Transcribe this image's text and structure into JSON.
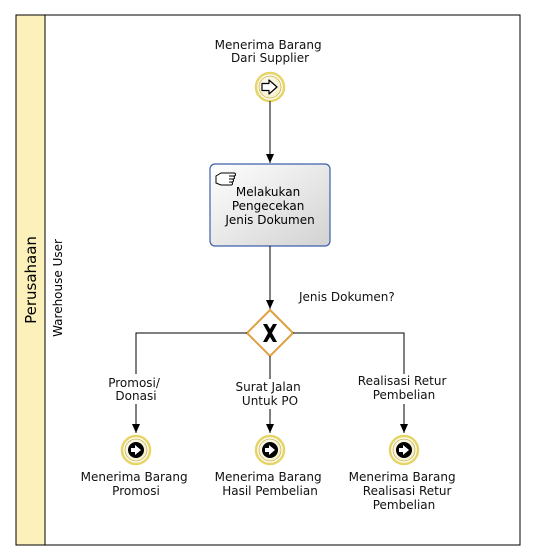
{
  "pool": {
    "title": "Perusahaan"
  },
  "lane": {
    "title": "Warehouse User"
  },
  "start_event": {
    "label": [
      "Menerima Barang",
      "Dari Supplier"
    ]
  },
  "task": {
    "label": [
      "Melakukan",
      "Pengecekan",
      "Jenis Dokumen"
    ]
  },
  "gateway": {
    "label": "Jenis Dokumen?"
  },
  "branches": [
    {
      "flow_label": [
        "Promosi/",
        "Donasi"
      ],
      "end_label": [
        "Menerima Barang",
        "Promosi"
      ]
    },
    {
      "flow_label": [
        "Surat Jalan",
        "Untuk PO"
      ],
      "end_label": [
        "Menerima Barang",
        "Hasil Pembelian"
      ]
    },
    {
      "flow_label": [
        "Realisasi Retur",
        "Pembelian"
      ],
      "end_label": [
        "Menerima Barang",
        "Realisasi Retur",
        "Pembelian"
      ]
    }
  ],
  "colors": {
    "pool_header": "#fdf1bb",
    "event_ring": "#e7d466",
    "event_fill": "#fbf6d2",
    "task_border": "#3d5fa8",
    "gateway_border": "#e0a040"
  }
}
